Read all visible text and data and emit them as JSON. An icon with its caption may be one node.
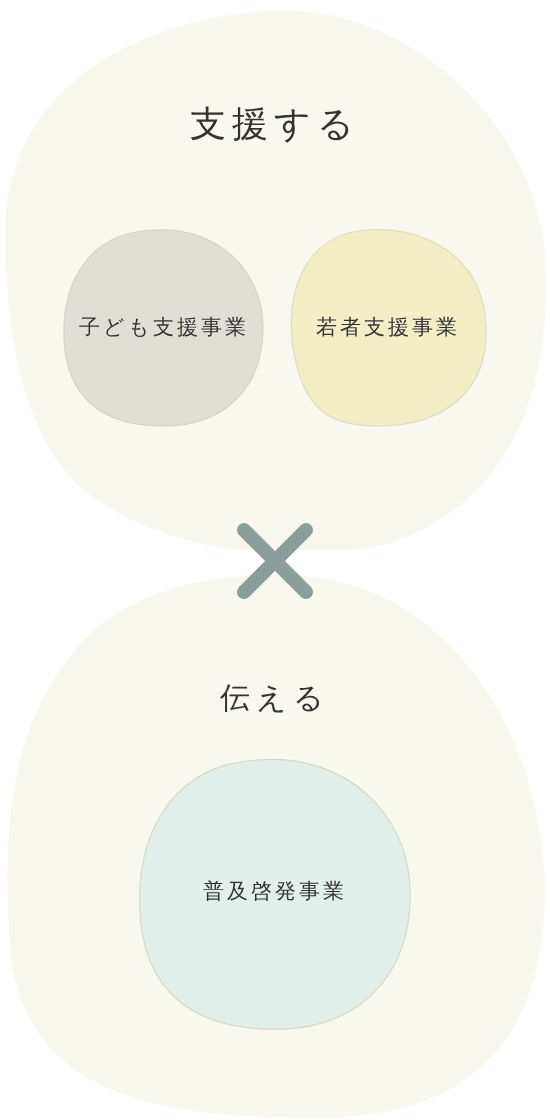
{
  "diagram": {
    "nodes": [
      {
        "text": [
          "支援する"
        ]
      },
      {
        "text": [
          "子ども支援事業"
        ],
        "in": 0
      },
      {
        "text": [
          "若者支援事業"
        ],
        "in": 0
      },
      {
        "text": [
          "伝える"
        ]
      },
      {
        "text": [
          "普及啓発事業"
        ],
        "in": 3
      }
    ],
    "edges": []
  }
}
